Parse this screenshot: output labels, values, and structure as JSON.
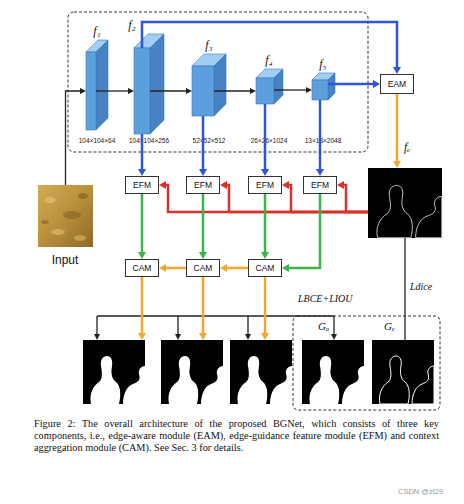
{
  "diagram": {
    "caption": "Figure 2: The overall architecture of the proposed BGNet, which consists of three key components, i.e., edge-aware module (EAM), edge-guidance feature module (EFM) and context aggregation module (CAM). See Sec. 3 for details.",
    "nodes": [
      {
        "text": [
          "f₁",
          "104×104×64"
        ]
      },
      {
        "text": [
          "f₂",
          "104×104×256"
        ]
      },
      {
        "text": [
          "f₃",
          "52×52×512"
        ]
      },
      {
        "text": [
          "f₄",
          "26×26×1024"
        ]
      },
      {
        "text": [
          "f₅",
          "13×13×2048"
        ]
      },
      {
        "text": [
          "EAM"
        ]
      },
      {
        "text": [
          "Input"
        ]
      },
      {
        "text": [
          "fₑ"
        ]
      },
      {
        "text": [
          "EFM"
        ]
      },
      {
        "text": [
          "EFM"
        ]
      },
      {
        "text": [
          "EFM"
        ]
      },
      {
        "text": [
          "EFM"
        ]
      },
      {
        "text": [
          "CAM"
        ]
      },
      {
        "text": [
          "CAM"
        ]
      },
      {
        "text": [
          "CAM"
        ]
      },
      {
        "text": [
          "Gₒ"
        ]
      },
      {
        "text": [
          "Gₑ"
        ]
      }
    ],
    "edges": [
      {
        "from": 6,
        "to": 0,
        "arrow": "to"
      },
      {
        "from": 0,
        "to": 1,
        "arrow": "to"
      },
      {
        "from": 1,
        "to": 2,
        "arrow": "to"
      },
      {
        "from": 2,
        "to": 3,
        "arrow": "to"
      },
      {
        "from": 3,
        "to": 4,
        "arrow": "to"
      },
      {
        "from": 1,
        "to": 5,
        "arrow": "to"
      },
      {
        "from": 4,
        "to": 5,
        "arrow": "to"
      },
      {
        "from": 5,
        "to": 7,
        "arrow": "to"
      },
      {
        "from": 7,
        "to": 11,
        "arrow": "to"
      },
      {
        "from": 7,
        "to": 10,
        "arrow": "to"
      },
      {
        "from": 7,
        "to": 9,
        "arrow": "to"
      },
      {
        "from": 7,
        "to": 8,
        "arrow": "to"
      },
      {
        "from": 1,
        "to": 8,
        "arrow": "to"
      },
      {
        "from": 2,
        "to": 9,
        "arrow": "to"
      },
      {
        "from": 3,
        "to": 10,
        "arrow": "to"
      },
      {
        "from": 4,
        "to": 11,
        "arrow": "to"
      },
      {
        "from": 8,
        "to": 12,
        "arrow": "to"
      },
      {
        "from": 9,
        "to": 13,
        "arrow": "to"
      },
      {
        "from": 10,
        "to": 14,
        "arrow": "to"
      },
      {
        "from": 11,
        "to": 14,
        "arrow": "to"
      },
      {
        "from": 14,
        "to": 13,
        "arrow": "to"
      },
      {
        "from": 13,
        "to": 12,
        "arrow": "to"
      },
      {
        "from": 7,
        "to": 16,
        "label": "Ldice",
        "arrow": "none"
      }
    ],
    "labels": [
      "LBCE+LIOU",
      "CSDN @zt29"
    ]
  }
}
